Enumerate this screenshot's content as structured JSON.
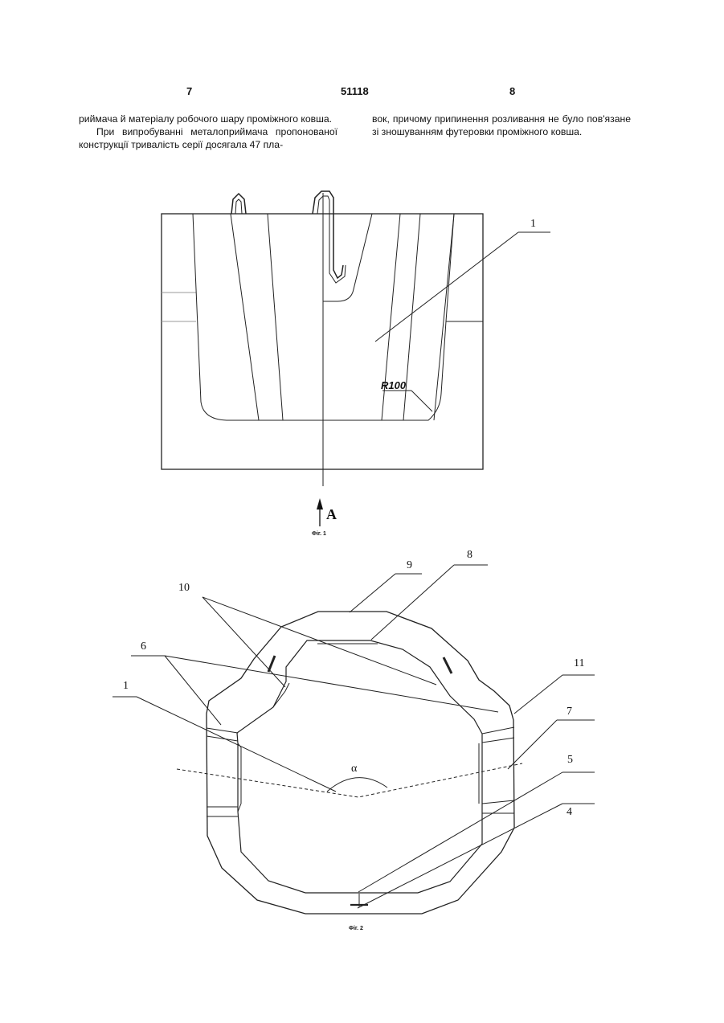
{
  "header": {
    "left_page": "7",
    "center": "51118",
    "right_page": "8"
  },
  "text": {
    "left_p1": "риймача й матеріалу робочого шару проміжного ковша.",
    "left_p2": "При випробуванні металоприймача пропонованої конструкції тривалість серії досягала 47 пла-",
    "right_p1": "вок, причому припинення розливання не було пов'язане зі зношуванням футеровки проміжного ковша."
  },
  "fig1": {
    "label_1": "1",
    "radius": "R100",
    "arrow_label": "A",
    "caption": "Фіг. 1"
  },
  "fig2": {
    "label_1": "1",
    "label_4": "4",
    "label_5": "5",
    "label_6": "6",
    "label_7": "7",
    "label_8": "8",
    "label_9": "9",
    "label_10": "10",
    "label_11": "11",
    "angle": "α",
    "caption": "Фіг. 2"
  }
}
